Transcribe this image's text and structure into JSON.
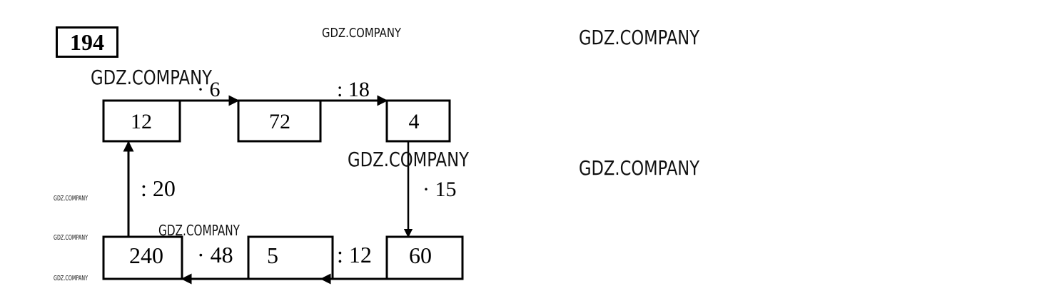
{
  "task": {
    "number": "194"
  },
  "diagram": {
    "boxes": [
      {
        "id": "box-12",
        "value": "12"
      },
      {
        "id": "box-72",
        "value": "72"
      },
      {
        "id": "box-4",
        "value": "4"
      },
      {
        "id": "box-60",
        "value": "60"
      },
      {
        "id": "box-5",
        "value": "5"
      },
      {
        "id": "box-240",
        "value": "240"
      }
    ],
    "operations": [
      {
        "from": "12",
        "to": "72",
        "label": "· 6"
      },
      {
        "from": "72",
        "to": "4",
        "label": ": 18"
      },
      {
        "from": "4",
        "to": "60",
        "label": "· 15"
      },
      {
        "from": "60",
        "to": "5",
        "label": ": 12"
      },
      {
        "from": "5",
        "to": "240",
        "label": "· 48"
      },
      {
        "from": "240",
        "to": "12",
        "label": ": 20"
      }
    ]
  },
  "watermarks": {
    "text": "GDZ.COMPANY"
  }
}
